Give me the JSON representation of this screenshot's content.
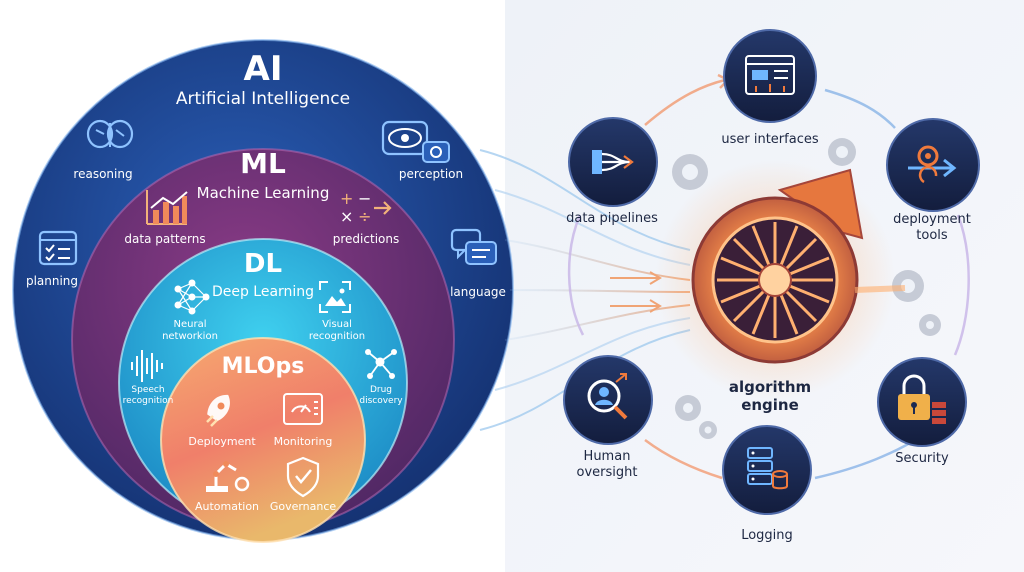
{
  "left": {
    "ai": {
      "abbr": "AI",
      "title": "Artificial Intelligence",
      "items": [
        "reasoning",
        "perception",
        "planning",
        "language"
      ]
    },
    "ml": {
      "abbr": "ML",
      "title": "Machine Learning",
      "items": [
        "data patterns",
        "predictions"
      ]
    },
    "dl": {
      "abbr": "DL",
      "title": "Deep Learning",
      "items": [
        [
          "Neural",
          "networkion"
        ],
        [
          "Visual",
          "recognition"
        ],
        [
          "Speech",
          "recognition"
        ],
        [
          "Drug",
          "discovery"
        ]
      ]
    },
    "mlops": {
      "title": "MLOps",
      "items": [
        "Deployment",
        "Monitoring",
        "Automation",
        "Governance"
      ]
    }
  },
  "right": {
    "engine": [
      "algorithm",
      "engine"
    ],
    "nodes": {
      "user_interfaces": "user interfaces",
      "data_pipelines": "data pipelines",
      "deployment_tools": [
        "deployment",
        "tools"
      ],
      "security": "Security",
      "logging": "Logging",
      "human_oversight": [
        "Human",
        "oversight"
      ]
    }
  },
  "colors": {
    "ai_ring": "#1b3f8e",
    "ml_ring": "#63306f",
    "dl_ring": "#22a9d8",
    "mlops_core": "#f09a6a",
    "node_circle": "#1b2a52",
    "accent_orange": "#f07a3c"
  }
}
